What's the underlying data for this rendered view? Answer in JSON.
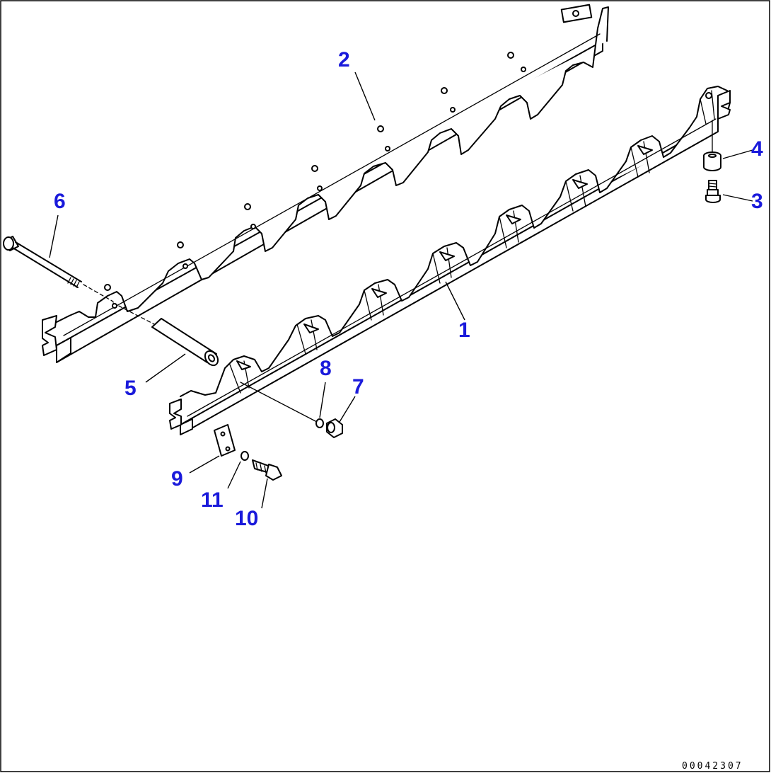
{
  "drawing_number": "00042307",
  "callouts": [
    {
      "id": "1",
      "label": "1"
    },
    {
      "id": "2",
      "label": "2"
    },
    {
      "id": "3",
      "label": "3"
    },
    {
      "id": "4",
      "label": "4"
    },
    {
      "id": "5",
      "label": "5"
    },
    {
      "id": "6",
      "label": "6"
    },
    {
      "id": "7",
      "label": "7"
    },
    {
      "id": "8",
      "label": "8"
    },
    {
      "id": "9",
      "label": "9"
    },
    {
      "id": "10",
      "label": "10"
    },
    {
      "id": "11",
      "label": "11"
    }
  ],
  "colors": {
    "callout": "#1a1adb",
    "line": "#000000",
    "background": "#ffffff"
  }
}
